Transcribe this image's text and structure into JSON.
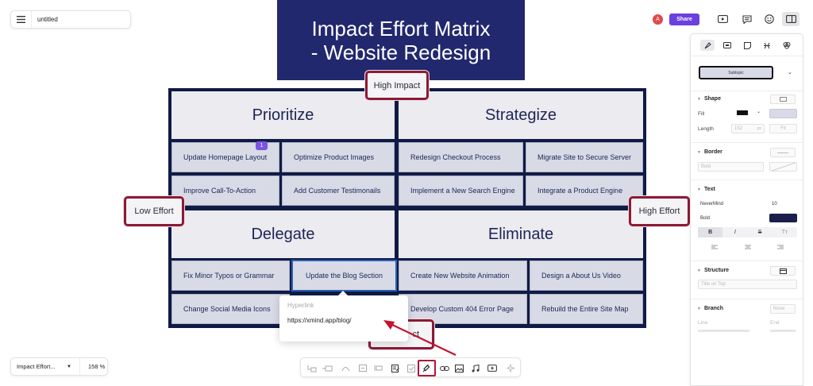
{
  "doc": {
    "title": "untitled"
  },
  "title_block": {
    "line1": "Impact Effort Matrix",
    "line2": "- Website Redesign"
  },
  "matrix": {
    "prioritize": "Prioritize",
    "strategize": "Strategize",
    "delegate": "Delegate",
    "eliminate": "Eliminate",
    "tasks": {
      "update_homepage_layout": "Update Homepage Layout",
      "optimize_product_images": "Optimize Product Images",
      "improve_cta": "Improve Call-To-Action",
      "add_testimonials": "Add Customer Testimonails",
      "redesign_checkout": "Redesign Checkout Process",
      "migrate_server": "Migrate Site to Secure Server",
      "implement_search": "Implement a New Search Engine",
      "integrate_product_engine": "Integrate a Product Engine",
      "fix_typos": "Fix Minor Typos or Grammar",
      "update_blog": "Update the Blog Section",
      "change_social_icons": "Change Social Media Icons",
      "create_animation": "Create New Website Animation",
      "design_about_video": "Design a About Us Video",
      "develop_404": "Develop Custom 404 Error Page",
      "rebuild_sitemap": "Rebuild the Entire Site Map"
    },
    "badge": "1"
  },
  "callouts": {
    "high_impact": "High Impact",
    "low_effort": "Low Effort",
    "high_effort": "High Effort",
    "low_impact_partial": "ct"
  },
  "hyperlink": {
    "label": "Hyperlink",
    "url": "https://xmind.app/blog/"
  },
  "topbar": {
    "avatar": "A",
    "share": "Share"
  },
  "panel": {
    "style_value": "Subtopic",
    "shape": {
      "heading": "Shape",
      "fill_label": "Fill",
      "length_label": "Length",
      "length_value": "152",
      "length_unit": "px",
      "fit": "Fit"
    },
    "border": {
      "heading": "Border",
      "weight": "Bold"
    },
    "text": {
      "heading": "Text",
      "font": "NeverMind",
      "size": "10",
      "weight": "Bold",
      "bold": "B",
      "italic": "I",
      "strike": "S",
      "case": "Tт"
    },
    "structure": {
      "heading": "Structure",
      "value": "Title on Top"
    },
    "branch": {
      "heading": "Branch",
      "value": "None",
      "line_label": "Line",
      "end_label": "End"
    },
    "colors": {
      "text_color": "#1b1f4b",
      "fill_color": "#d8dae8"
    }
  },
  "bottom": {
    "map_name": "Impact Effort...",
    "zoom": "158 %"
  },
  "colors": {
    "accent": "#6b3fe0",
    "dark_navy": "#22286e",
    "callout_border": "#8c1a36",
    "highlight": "#b0143a"
  }
}
